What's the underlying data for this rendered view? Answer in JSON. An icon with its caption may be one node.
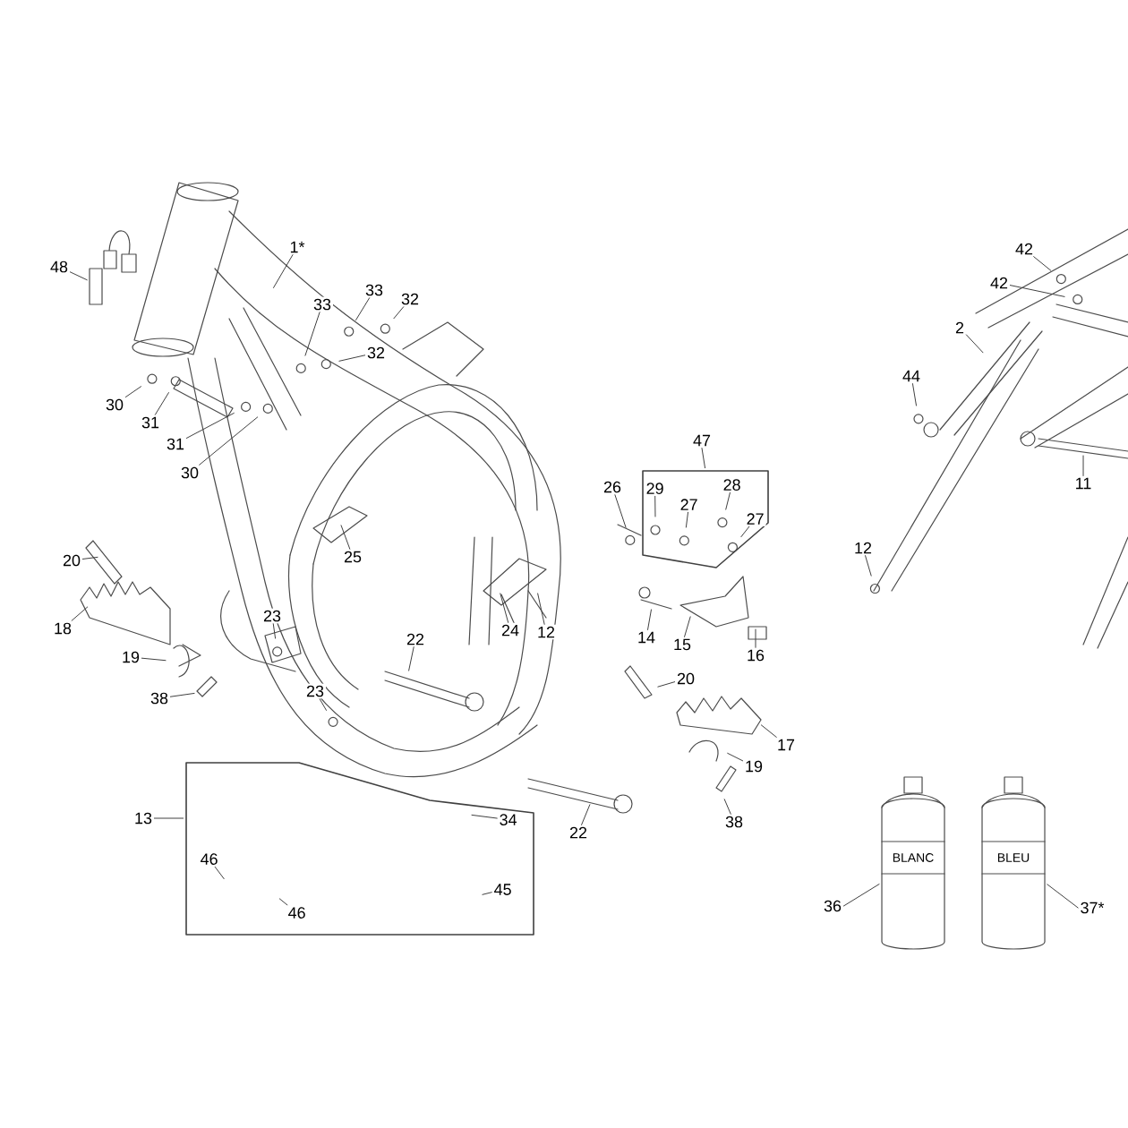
{
  "diagram": {
    "nodes": [
      {
        "text": [
          "48"
        ]
      },
      {
        "text": [
          "1*"
        ]
      },
      {
        "text": [
          "33"
        ]
      },
      {
        "text": [
          "33"
        ]
      },
      {
        "text": [
          "32"
        ]
      },
      {
        "text": [
          "32"
        ]
      },
      {
        "text": [
          "30"
        ]
      },
      {
        "text": [
          "31"
        ]
      },
      {
        "text": [
          "31"
        ]
      },
      {
        "text": [
          "30"
        ]
      },
      {
        "text": [
          "20"
        ]
      },
      {
        "text": [
          "25"
        ]
      },
      {
        "text": [
          "18"
        ]
      },
      {
        "text": [
          "23"
        ]
      },
      {
        "text": [
          "19"
        ]
      },
      {
        "text": [
          "38"
        ]
      },
      {
        "text": [
          "22"
        ]
      },
      {
        "text": [
          "23"
        ]
      },
      {
        "text": [
          "24"
        ]
      },
      {
        "text": [
          "12"
        ]
      },
      {
        "text": [],
        "shape": "box"
      },
      {
        "text": [
          "13"
        ]
      },
      {
        "text": [
          "34"
        ],
        "in": 20
      },
      {
        "text": [
          "46"
        ],
        "in": 20
      },
      {
        "text": [
          "46"
        ],
        "in": 20
      },
      {
        "text": [
          "45"
        ],
        "in": 20
      },
      {
        "text": [
          "22"
        ]
      },
      {
        "text": [
          "47"
        ]
      },
      {
        "text": [],
        "shape": "box"
      },
      {
        "text": [
          "26"
        ]
      },
      {
        "text": [
          "29"
        ],
        "in": 28
      },
      {
        "text": [
          "27"
        ],
        "in": 28
      },
      {
        "text": [
          "28"
        ],
        "in": 28
      },
      {
        "text": [
          "27"
        ],
        "in": 28
      },
      {
        "text": [
          "14"
        ]
      },
      {
        "text": [
          "15"
        ]
      },
      {
        "text": [
          "16"
        ]
      },
      {
        "text": [
          "20"
        ]
      },
      {
        "text": [
          "17"
        ]
      },
      {
        "text": [
          "19"
        ]
      },
      {
        "text": [
          "38"
        ]
      },
      {
        "text": [
          "42"
        ]
      },
      {
        "text": [
          "42"
        ]
      },
      {
        "text": [
          "2"
        ]
      },
      {
        "text": [
          "44"
        ]
      },
      {
        "text": [
          "11"
        ]
      },
      {
        "text": [
          "12"
        ]
      },
      {
        "text": [
          "BLANC"
        ]
      },
      {
        "text": [
          "BLEU"
        ]
      },
      {
        "text": [
          "36"
        ]
      },
      {
        "text": [
          "37*"
        ]
      }
    ],
    "edges": [
      {
        "from": 0,
        "to": null,
        "arrow": "none"
      },
      {
        "from": 1,
        "to": null,
        "arrow": "none"
      },
      {
        "from": 2,
        "to": null,
        "arrow": "none"
      },
      {
        "from": 3,
        "to": null,
        "arrow": "none"
      },
      {
        "from": 4,
        "to": null,
        "arrow": "none"
      },
      {
        "from": 5,
        "to": null,
        "arrow": "none"
      },
      {
        "from": 6,
        "to": null,
        "arrow": "none"
      },
      {
        "from": 7,
        "to": null,
        "arrow": "none"
      },
      {
        "from": 8,
        "to": null,
        "arrow": "none"
      },
      {
        "from": 9,
        "to": null,
        "arrow": "none"
      },
      {
        "from": 10,
        "to": null,
        "arrow": "none"
      },
      {
        "from": 11,
        "to": null,
        "arrow": "none"
      },
      {
        "from": 12,
        "to": null,
        "arrow": "none"
      },
      {
        "from": 13,
        "to": null,
        "arrow": "none"
      },
      {
        "from": 14,
        "to": null,
        "arrow": "none"
      },
      {
        "from": 15,
        "to": null,
        "arrow": "none"
      },
      {
        "from": 16,
        "to": null,
        "arrow": "none"
      },
      {
        "from": 17,
        "to": null,
        "arrow": "none"
      },
      {
        "from": 18,
        "to": null,
        "arrow": "none"
      },
      {
        "from": 19,
        "to": null,
        "arrow": "none"
      },
      {
        "from": 21,
        "to": 20,
        "arrow": "none"
      },
      {
        "from": 22,
        "to": null,
        "arrow": "none"
      },
      {
        "from": 23,
        "to": null,
        "arrow": "none"
      },
      {
        "from": 24,
        "to": null,
        "arrow": "none"
      },
      {
        "from": 25,
        "to": null,
        "arrow": "none"
      },
      {
        "from": 26,
        "to": null,
        "arrow": "none"
      },
      {
        "from": 27,
        "to": 28,
        "arrow": "none"
      },
      {
        "from": 29,
        "to": null,
        "arrow": "none"
      },
      {
        "from": 30,
        "to": null,
        "arrow": "none"
      },
      {
        "from": 31,
        "to": null,
        "arrow": "none"
      },
      {
        "from": 32,
        "to": null,
        "arrow": "none"
      },
      {
        "from": 33,
        "to": null,
        "arrow": "none"
      },
      {
        "from": 34,
        "to": null,
        "arrow": "none"
      },
      {
        "from": 35,
        "to": null,
        "arrow": "none"
      },
      {
        "from": 36,
        "to": null,
        "arrow": "none"
      },
      {
        "from": 37,
        "to": null,
        "arrow": "none"
      },
      {
        "from": 38,
        "to": null,
        "arrow": "none"
      },
      {
        "from": 39,
        "to": null,
        "arrow": "none"
      },
      {
        "from": 40,
        "to": null,
        "arrow": "none"
      },
      {
        "from": 41,
        "to": null,
        "arrow": "none"
      },
      {
        "from": 42,
        "to": null,
        "arrow": "none"
      },
      {
        "from": 43,
        "to": null,
        "arrow": "none"
      },
      {
        "from": 44,
        "to": null,
        "arrow": "none"
      },
      {
        "from": 45,
        "to": null,
        "arrow": "none"
      },
      {
        "from": 46,
        "to": null,
        "arrow": "none"
      },
      {
        "from": 49,
        "to": 47,
        "arrow": "none"
      },
      {
        "from": 50,
        "to": 48,
        "arrow": "none"
      }
    ]
  }
}
